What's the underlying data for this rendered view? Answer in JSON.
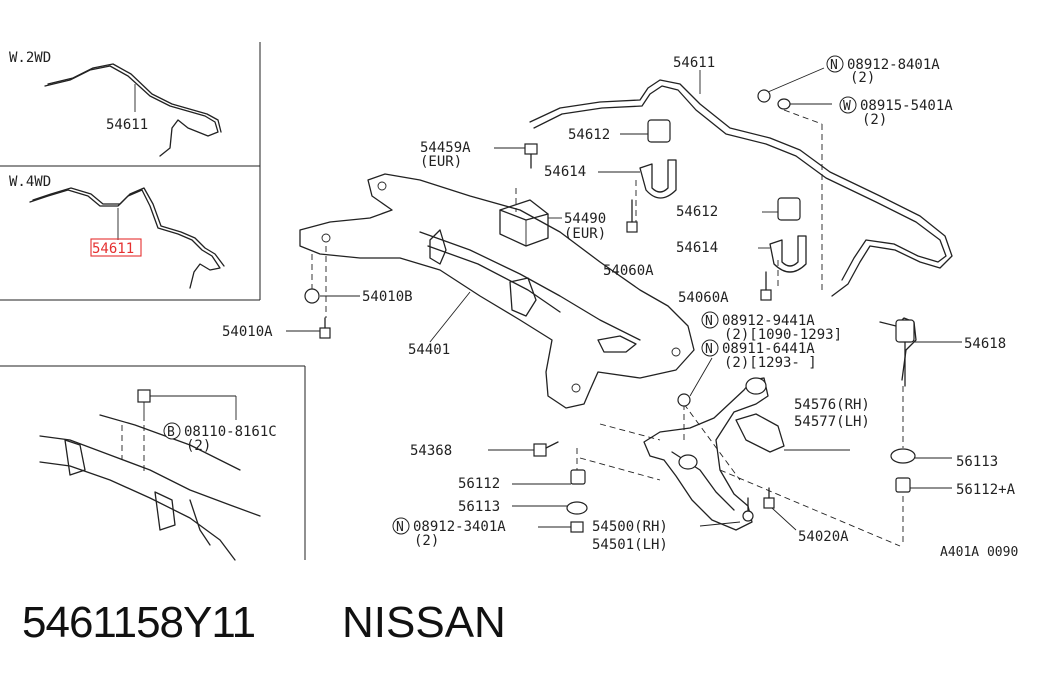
{
  "diagram": {
    "variant_2wd": "W.2WD",
    "variant_4wd": "W.4WD",
    "inset_2wd_part": "54611",
    "inset_4wd_part": "54611",
    "inset_bolt_code": "B",
    "inset_bolt_part": "08110-8161C",
    "inset_bolt_qty": "(2)",
    "labels": {
      "p54611": "54611",
      "n8401_code": "N",
      "n8401": "08912-8401A",
      "n8401_qty": "(2)",
      "w5401_code": "W",
      "w5401": "08915-5401A",
      "w5401_qty": "(2)",
      "p54612a": "54612",
      "p54459a": "54459A",
      "p54459a_sub": "(EUR)",
      "p54614a": "54614",
      "p54490": "54490",
      "p54490_sub": "(EUR)",
      "p54612b": "54612",
      "p54060a_1": "54060A",
      "p54614b": "54614",
      "p54010b": "54010B",
      "p54060a_2": "54060A",
      "p54010a": "54010A",
      "n9441_code": "N",
      "n9441": "08912-9441A",
      "n9441_sub": "(2)[1090-1293]",
      "p54618": "54618",
      "p54401": "54401",
      "n6441_code": "N",
      "n6441": "08911-6441A",
      "n6441_sub": "(2)[1293-    ]",
      "p54576": "54576(RH)",
      "p54577": "54577(LH)",
      "p54368": "54368",
      "p56113a": "56113",
      "p56112": "56112",
      "p56113b": "56113",
      "p56112a": "56112+A",
      "n3401_code": "N",
      "n3401": "08912-3401A",
      "n3401_qty": "(2)",
      "p54500": "54500(RH)",
      "p54501": "54501(LH)",
      "p54020a": "54020A",
      "ref_code": "A401A 0090"
    }
  },
  "caption": {
    "part_number": "5461158Y11",
    "brand": "NISSAN"
  },
  "colors": {
    "line": "#222222",
    "highlight": "#e53030",
    "background": "#ffffff"
  }
}
